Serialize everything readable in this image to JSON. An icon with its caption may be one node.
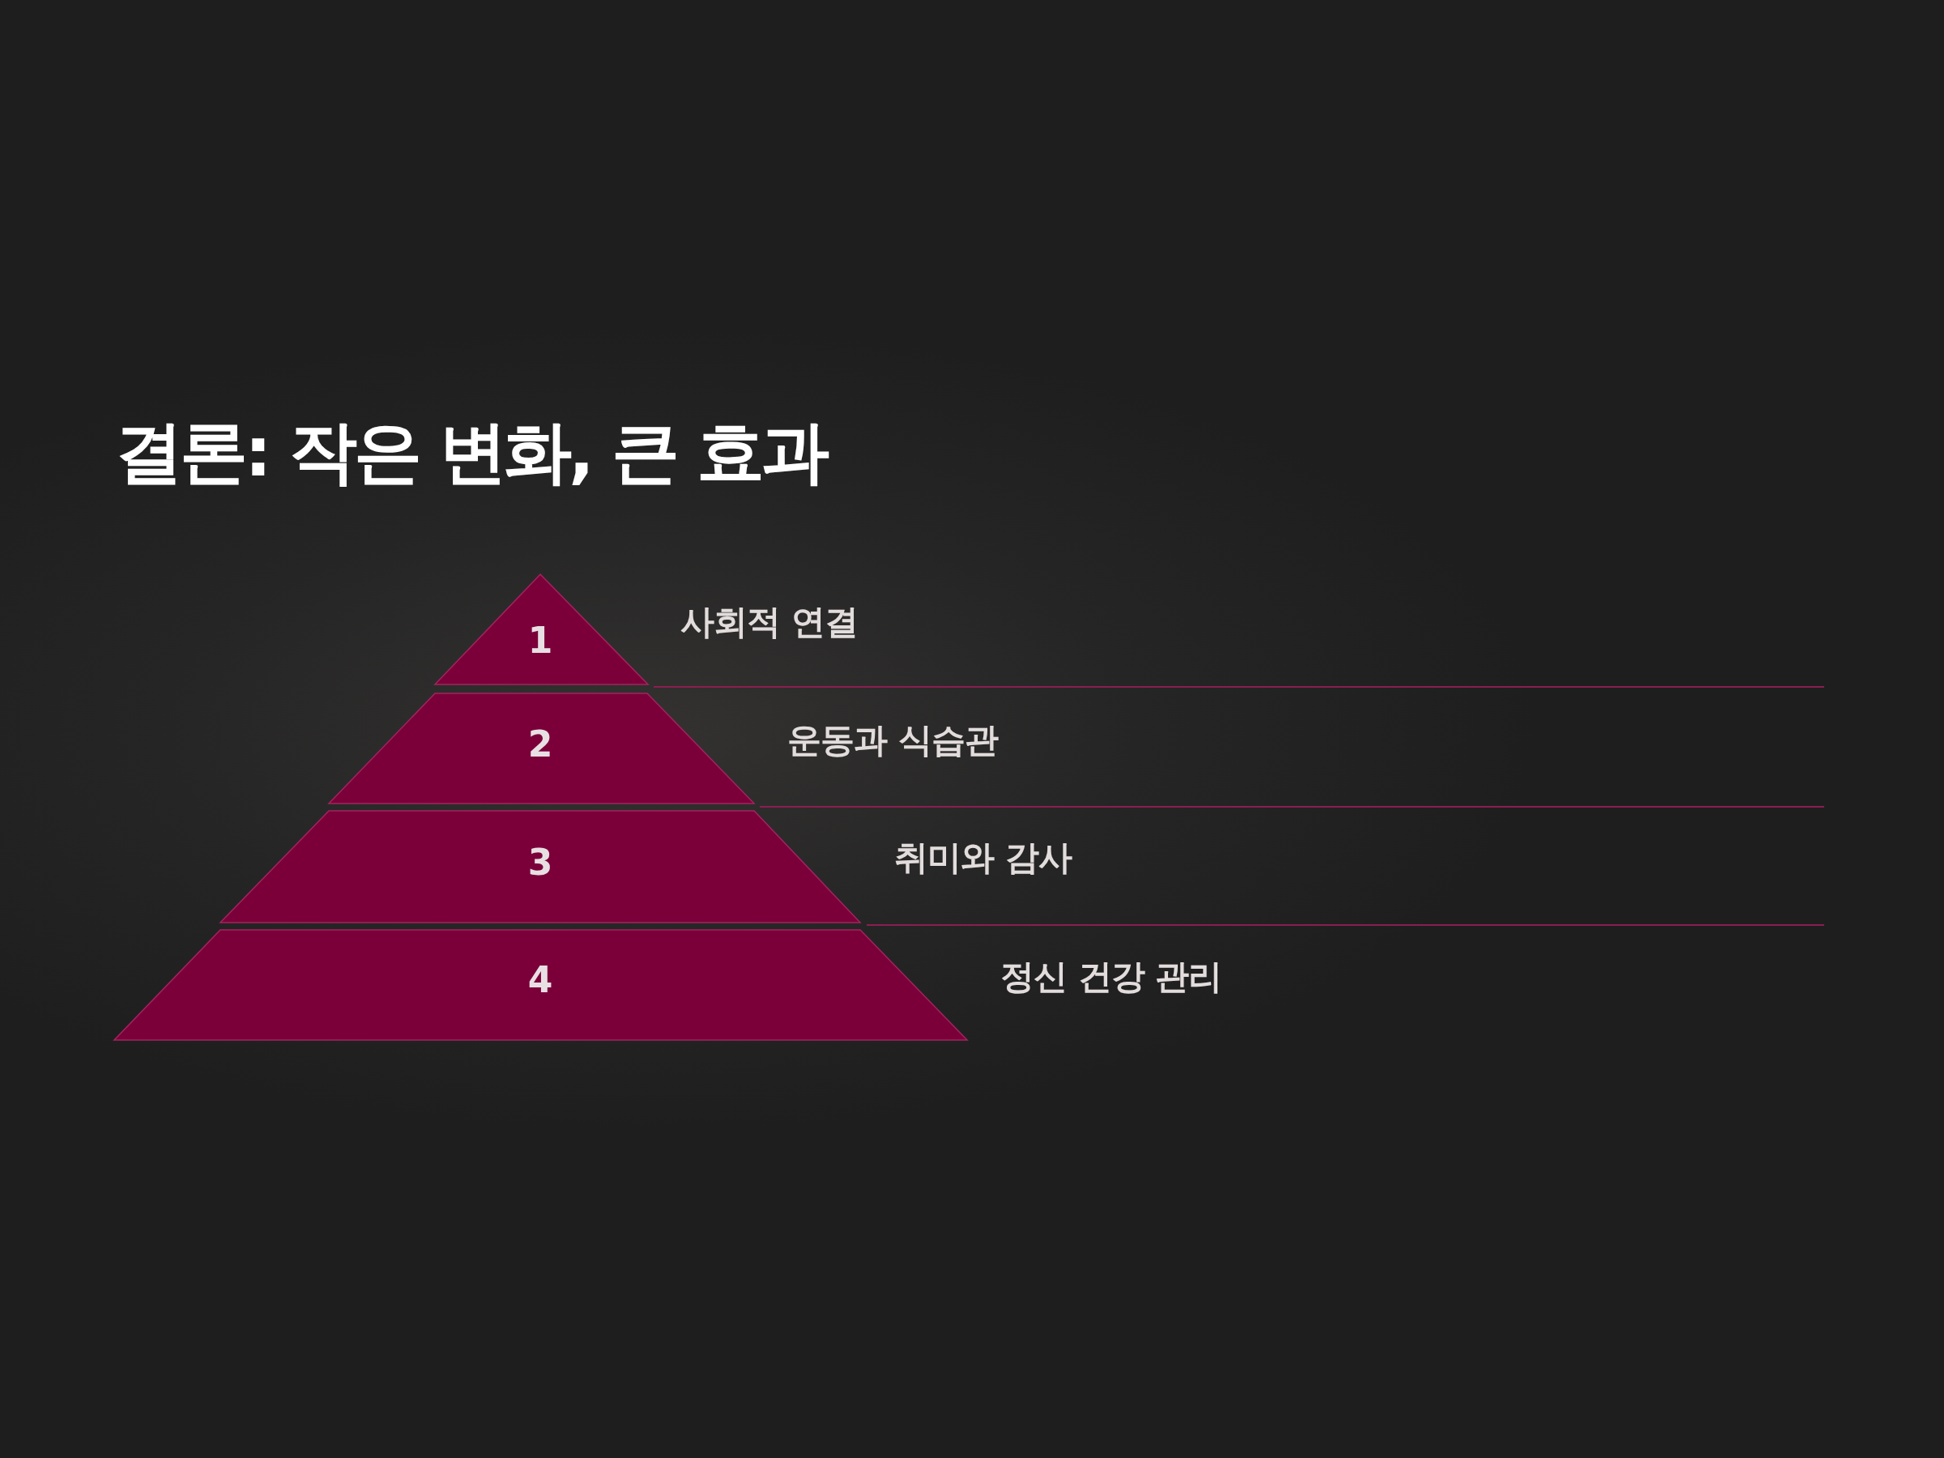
{
  "diagram": {
    "title": "결론: 작은 변화, 큰 효과",
    "nodes": [
      {
        "text": [
          "1"
        ],
        "beside": [
          "사회적 연결"
        ]
      },
      {
        "text": [
          "2"
        ],
        "beside": [
          "운동과 식습관"
        ]
      },
      {
        "text": [
          "3"
        ],
        "beside": [
          "취미와 감사"
        ]
      },
      {
        "text": [
          "4"
        ],
        "beside": [
          "정신 건강 관리"
        ]
      }
    ]
  }
}
